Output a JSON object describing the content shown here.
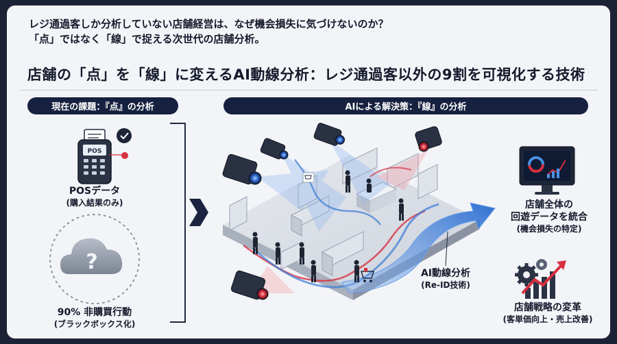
{
  "intro": {
    "line1": "レジ通過客しか分析していない店舗経営は、なぜ機会損失に気づけないのか？",
    "line2": "「点」ではなく「線」で捉える次世代の店舗分析。"
  },
  "headline": "店舗の「点」を「線」に変えるAI動線分析：レジ通過客以外の9割を可視化する技術",
  "left_panel": {
    "title": "現在の課題：『点』の分析",
    "pos_device_text": "POS",
    "pos_label": "POSデータ",
    "pos_sub": "(購入結果のみ)",
    "cloud_label": "90% 非購買行動",
    "cloud_sub": "(ブラックボックス化)"
  },
  "right_panel": {
    "title": "AIによる解決策：『線』の分析",
    "flow_label": "AI動線分析",
    "flow_sub": "(Re-ID技術)",
    "insight1_line1": "店舗全体の",
    "insight1_line2": "回遊データを統合",
    "insight1_sub": "(機会損失の特定)",
    "insight2_label": "店舗戦略の変革",
    "insight2_sub": "(客単価向上・売上改善)"
  },
  "colors": {
    "navy": "#16203f",
    "flow_blue": "#3a7bd5",
    "alert_red": "#d63040",
    "background": "#f3f4f7"
  }
}
